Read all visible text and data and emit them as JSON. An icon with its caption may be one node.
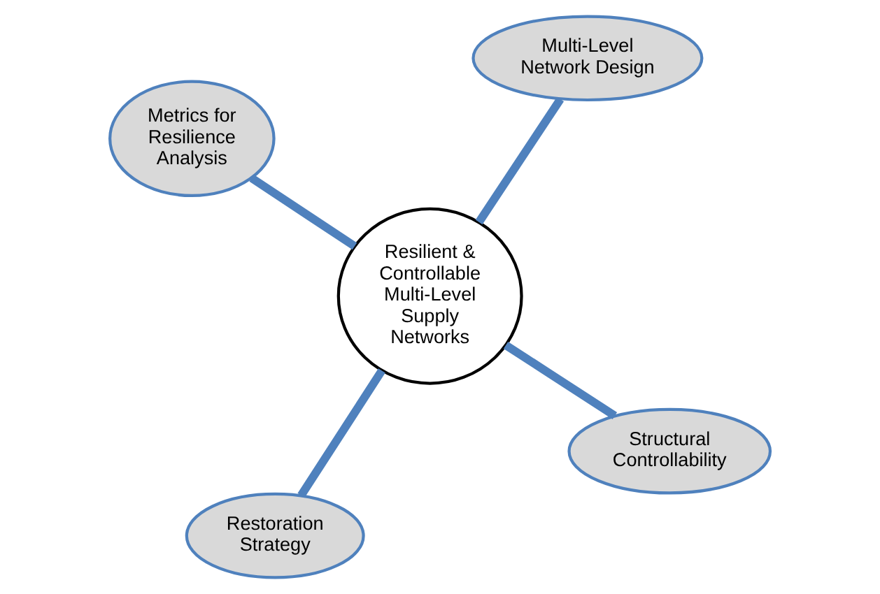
{
  "diagram": {
    "nodes": [
      {
        "text": [
          "Resilient & Controllable Multi-Level Supply Networks"
        ]
      },
      {
        "text": [
          "Structural Controllability"
        ]
      },
      {
        "text": [
          "Restoration Strategy"
        ]
      },
      {
        "text": [
          "Metrics for Resilience Analysis"
        ]
      },
      {
        "text": [
          "Multi-Level Network Design"
        ]
      }
    ],
    "edges": [
      {
        "from": 0,
        "to": 1,
        "arrow": "none"
      },
      {
        "from": 0,
        "to": 2,
        "arrow": "none"
      },
      {
        "from": 0,
        "to": 3,
        "arrow": "none"
      },
      {
        "from": 0,
        "to": 4,
        "arrow": "none"
      }
    ]
  }
}
